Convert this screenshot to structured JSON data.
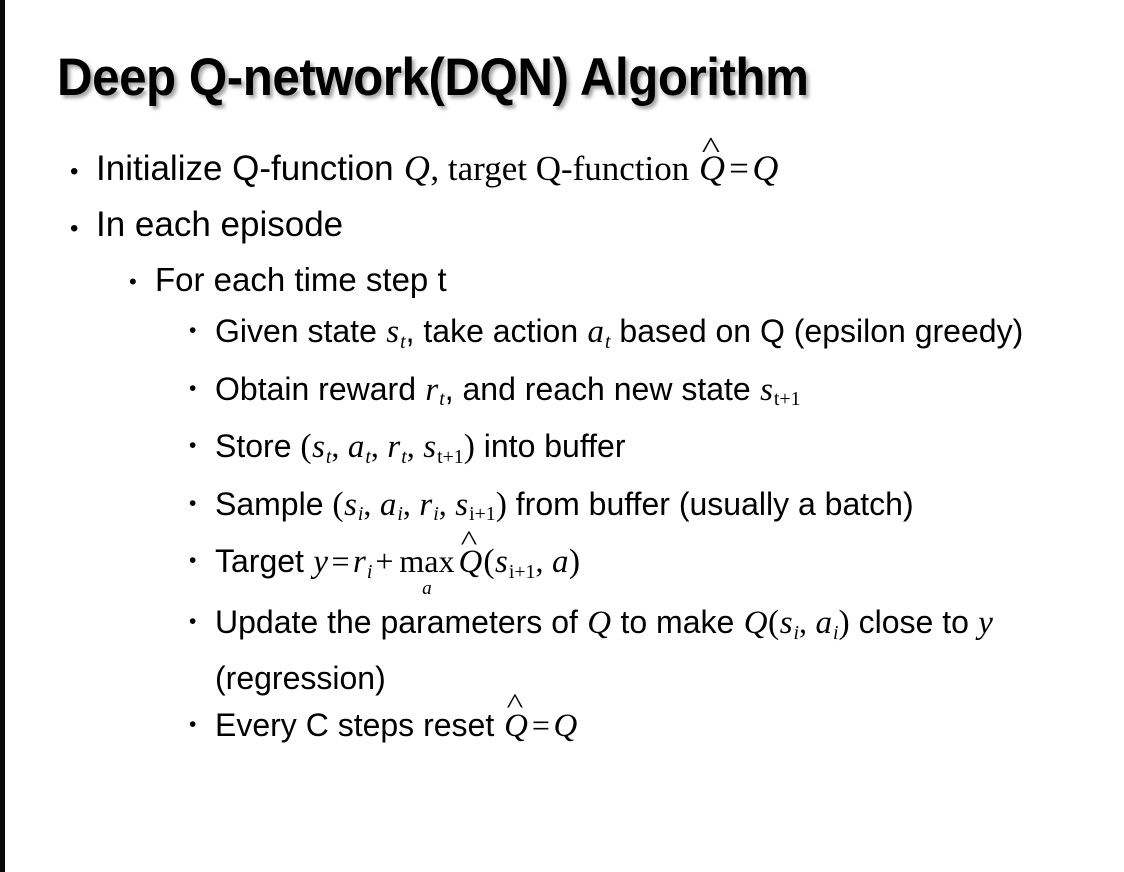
{
  "slide": {
    "title": "Deep Q-network(DQN) Algorithm",
    "background_color": "#ffffff",
    "text_color": "#000000",
    "edge_stripe_color": "#0a0a0a"
  },
  "bullets": {
    "b1": {
      "level": 1,
      "marker": "•",
      "text_plain": "Initialize Q-function Q, target Q-function Q̂ = Q",
      "parts": {
        "p1": "Initialize Q-function ",
        "math_q1": "Q",
        "p2": ", target Q-function ",
        "math_qhat": "Q",
        "hat": "^",
        "eq": "=",
        "math_q2": "Q"
      }
    },
    "b2": {
      "level": 1,
      "marker": "•",
      "text_plain": "In each episode"
    },
    "b3": {
      "level": 2,
      "marker": "•",
      "text_plain": "For each time step t"
    },
    "b4": {
      "level": 3,
      "marker": "•",
      "text_plain": "Given state s_t, take action a_t based on Q (epsilon greedy)",
      "parts": {
        "p1": "Given state ",
        "s": "s",
        "s_sub": "t",
        "p2": ", take action ",
        "a": "a",
        "a_sub": "t",
        "p3": " based on Q (epsilon greedy)"
      }
    },
    "b5": {
      "level": 3,
      "marker": "•",
      "text_plain": "Obtain reward r_t, and reach new state s_{t+1}",
      "parts": {
        "p1": "Obtain reward ",
        "r": "r",
        "r_sub": "t",
        "p2": ", and reach new state ",
        "s": "s",
        "s_sub": "t+1"
      }
    },
    "b6": {
      "level": 3,
      "marker": "•",
      "text_plain": "Store (s_t, a_t, r_t, s_{t+1}) into buffer",
      "parts": {
        "p1": "Store ",
        "open": "(",
        "s1": "s",
        "s1_sub": "t",
        "c1": ", ",
        "a1": "a",
        "a1_sub": "t",
        "c2": ", ",
        "r1": "r",
        "r1_sub": "t",
        "c3": ", ",
        "s2": "s",
        "s2_sub": "t+1",
        "close": ")",
        "p2": " into buffer"
      }
    },
    "b7": {
      "level": 3,
      "marker": "•",
      "text_plain": "Sample (s_i, a_i, r_i, s_{i+1}) from buffer (usually a batch)",
      "parts": {
        "p1": "Sample ",
        "open": "(",
        "s1": "s",
        "s1_sub": "i",
        "c1": ", ",
        "a1": "a",
        "a1_sub": "i",
        "c2": ", ",
        "r1": "r",
        "r1_sub": "i",
        "c3": ", ",
        "s2": "s",
        "s2_sub": "i+1",
        "close": ")",
        "p2": " from buffer (usually a batch)"
      }
    },
    "b8": {
      "level": 3,
      "marker": "•",
      "text_plain": "Target y = r_i + max_a Q̂(s_{i+1}, a)",
      "parts": {
        "p1": "Target ",
        "y": "y",
        "eq": "=",
        "r": "r",
        "r_sub": "i",
        "plus": "+",
        "op": "max",
        "op_limit": "a",
        "qhat": "Q",
        "hat": "^",
        "open": "(",
        "s": "s",
        "s_sub": "i+1",
        "comma": ", ",
        "a": "a",
        "close": ")"
      }
    },
    "b9": {
      "level": 3,
      "marker": "•",
      "text_plain": "Update the parameters of Q to make Q(s_i, a_i) close to y (regression)",
      "parts": {
        "p1": "Update the parameters of ",
        "q1": "Q",
        "p2": " to make ",
        "q2": "Q",
        "open": "(",
        "s": "s",
        "s_sub": "i",
        "comma": ", ",
        "a": "a",
        "a_sub": "i",
        "close": ")",
        "p3": " close to ",
        "y": "y",
        "p4": " (regression)"
      }
    },
    "b10": {
      "level": 3,
      "marker": "•",
      "text_plain": "Every C steps reset Q̂ = Q",
      "parts": {
        "p1": "Every C steps reset ",
        "qhat": "Q",
        "hat": "^",
        "eq": "=",
        "q": "Q"
      }
    }
  }
}
